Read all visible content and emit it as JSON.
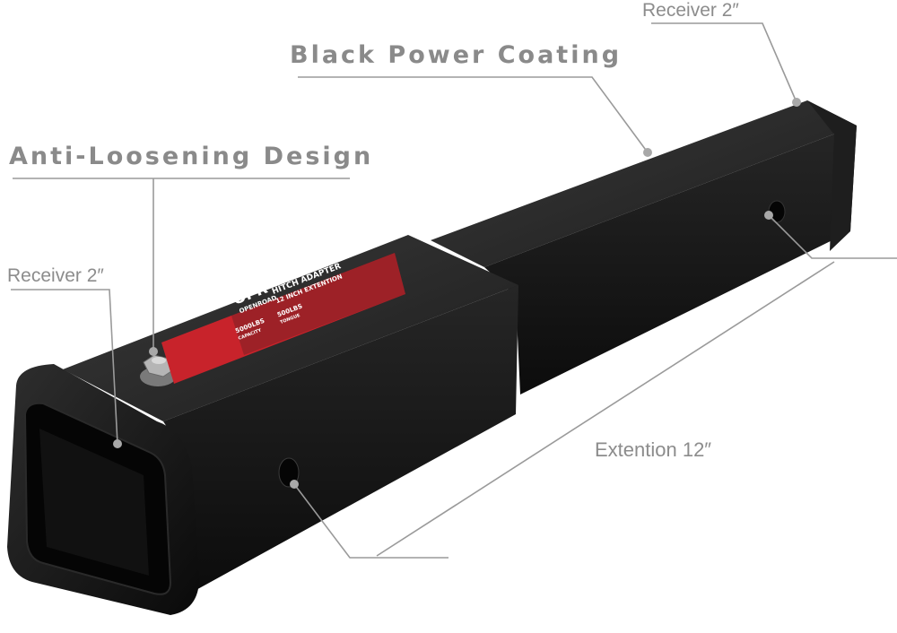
{
  "callouts": {
    "coating": "Black Power Coating",
    "anti_loosening": "Anti-Loosening Design",
    "receiver_top": "Receiver 2″",
    "receiver_left": "Receiver 2″",
    "extension": "Extention 12″"
  },
  "product_label": {
    "brand": "OPR",
    "brand_sub": "OPENROAD",
    "title": "HITCH ADAPTER",
    "subtitle": "12 INCH EXTENTION",
    "capacity": "5000LBS",
    "capacity_note": "CAPACITY",
    "tongue": "500LBS",
    "tongue_note": "TONGUE"
  },
  "colors": {
    "background": "#ffffff",
    "callout_text": "#8a8a8a",
    "leader_line": "#9a9a9a",
    "tube": "#141414",
    "label_red": "#c8232b"
  }
}
